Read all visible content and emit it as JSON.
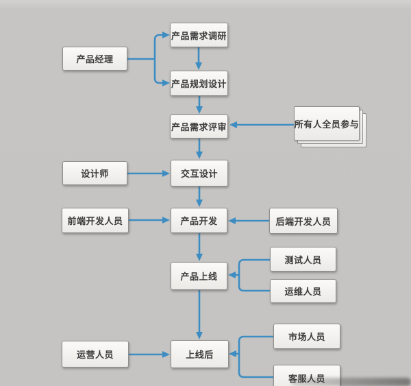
{
  "colors": {
    "background": "#c5c4c2",
    "arrow": "#3e8dc2",
    "box_border": "#8e8e8c",
    "box_fill": "#f5f4f2",
    "text": "#3b3b3b"
  },
  "diagram": {
    "nodes": {
      "product_manager": {
        "label": "产品经理"
      },
      "requirement_research": {
        "label": "产品需求调研"
      },
      "planning_design": {
        "label": "产品规划设计"
      },
      "requirement_review": {
        "label": "产品需求评审"
      },
      "all_members": {
        "label": "所有人全员参与"
      },
      "designer": {
        "label": "设计师"
      },
      "interaction_design": {
        "label": "交互设计"
      },
      "frontend_dev": {
        "label": "前端开发人员"
      },
      "product_dev": {
        "label": "产品开发"
      },
      "backend_dev": {
        "label": "后端开发人员"
      },
      "product_launch": {
        "label": "产品上线"
      },
      "tester": {
        "label": "测试人员"
      },
      "ops_staff": {
        "label": "运维人员"
      },
      "operation_staff": {
        "label": "运营人员"
      },
      "after_launch": {
        "label": "上线后"
      },
      "marketing": {
        "label": "市场人员"
      },
      "customer_service": {
        "label": "客服人员"
      }
    },
    "edges": [
      {
        "from": "product_manager",
        "to": "requirement_research"
      },
      {
        "from": "product_manager",
        "to": "planning_design"
      },
      {
        "from": "requirement_research",
        "to": "planning_design"
      },
      {
        "from": "planning_design",
        "to": "requirement_review"
      },
      {
        "from": "all_members",
        "to": "requirement_review"
      },
      {
        "from": "requirement_review",
        "to": "interaction_design"
      },
      {
        "from": "designer",
        "to": "interaction_design"
      },
      {
        "from": "interaction_design",
        "to": "product_dev"
      },
      {
        "from": "frontend_dev",
        "to": "product_dev"
      },
      {
        "from": "backend_dev",
        "to": "product_dev"
      },
      {
        "from": "product_dev",
        "to": "product_launch"
      },
      {
        "from": "tester",
        "to": "product_launch"
      },
      {
        "from": "ops_staff",
        "to": "product_launch"
      },
      {
        "from": "product_launch",
        "to": "after_launch"
      },
      {
        "from": "operation_staff",
        "to": "after_launch"
      },
      {
        "from": "marketing",
        "to": "after_launch"
      },
      {
        "from": "customer_service",
        "to": "after_launch"
      }
    ]
  }
}
